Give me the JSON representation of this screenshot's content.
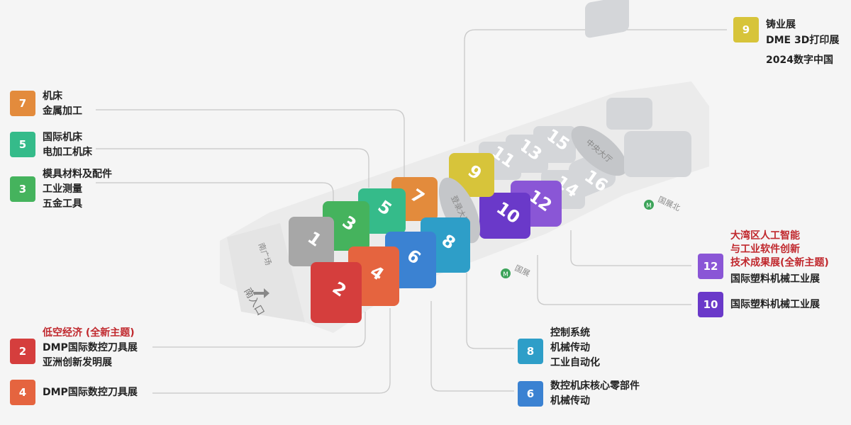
{
  "colors": {
    "hall_1": "#a7a7a7",
    "hall_2": "#d53e3d",
    "hall_3": "#45b35d",
    "hall_4": "#e5643f",
    "hall_5": "#35bb8a",
    "hall_6": "#3b82d2",
    "hall_7": "#e38b3c",
    "hall_8": "#2e9ec8",
    "hall_9": "#d7c43a",
    "hall_10": "#6a39c9",
    "hall_12": "#8a56d6",
    "hall_grey": "#cfd2d6",
    "highlight_text": "#c0282d"
  },
  "halls": [
    {
      "id": "1",
      "label": "1"
    },
    {
      "id": "2",
      "label": "2"
    },
    {
      "id": "3",
      "label": "3"
    },
    {
      "id": "4",
      "label": "4"
    },
    {
      "id": "5",
      "label": "5"
    },
    {
      "id": "6",
      "label": "6"
    },
    {
      "id": "7",
      "label": "7"
    },
    {
      "id": "8",
      "label": "8"
    },
    {
      "id": "9",
      "label": "9"
    },
    {
      "id": "10",
      "label": "10"
    },
    {
      "id": "11",
      "label": "11"
    },
    {
      "id": "12",
      "label": "12"
    },
    {
      "id": "13",
      "label": "13"
    },
    {
      "id": "14",
      "label": "14"
    },
    {
      "id": "15",
      "label": "15"
    },
    {
      "id": "16",
      "label": "16"
    }
  ],
  "map_labels": {
    "south_square": "南广场",
    "south_entrance": "南入口",
    "hall_central_1": "登录大厅",
    "hall_central_2": "中央大厅",
    "metro_1": "国展",
    "metro_2": "国展北"
  },
  "legends": {
    "hall_9": {
      "badge": "9",
      "lines": [
        "铸业展",
        "DME 3D打印展",
        "2024数字中国"
      ]
    },
    "hall_7": {
      "badge": "7",
      "lines": [
        "机床",
        "金属加工"
      ]
    },
    "hall_5": {
      "badge": "5",
      "lines": [
        "国际机床",
        "电加工机床"
      ]
    },
    "hall_3": {
      "badge": "3",
      "lines": [
        "模具材料及配件",
        "工业测量",
        "五金工具"
      ]
    },
    "hall_12": {
      "badge": "12",
      "highlight": [
        "大湾区人工智能",
        "与工业软件创新",
        "技术成果展(全新主题)"
      ],
      "lines": [
        "国际塑料机械工业展"
      ]
    },
    "hall_10": {
      "badge": "10",
      "lines": [
        "国际塑料机械工业展"
      ]
    },
    "hall_2": {
      "badge": "2",
      "highlight": [
        "低空经济 (全新主题)"
      ],
      "lines": [
        "DMP国际数控刀具展",
        "亚洲创新发明展"
      ]
    },
    "hall_4": {
      "badge": "4",
      "lines": [
        "DMP国际数控刀具展"
      ]
    },
    "hall_8": {
      "badge": "8",
      "lines": [
        "控制系统",
        "机械传动",
        "工业自动化"
      ]
    },
    "hall_6": {
      "badge": "6",
      "lines": [
        "数控机床核心零部件",
        "机械传动"
      ]
    }
  }
}
